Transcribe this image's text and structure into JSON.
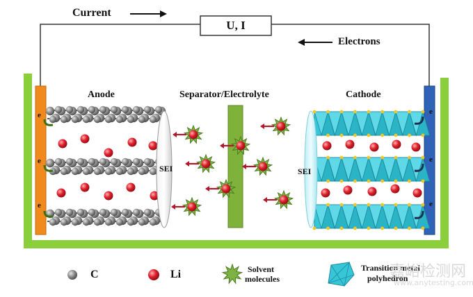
{
  "circuit": {
    "current_label": "Current",
    "meter_label": "U, I",
    "electrons_label": "Electrons"
  },
  "regions": {
    "anode": "Anode",
    "separator": "Separator/Electrolyte",
    "cathode": "Cathode",
    "sei_left": "SEI",
    "sei_right": "SEI",
    "electron_symbol": "e"
  },
  "legend": {
    "carbon": "C",
    "lithium": "Li",
    "solvent_line1": "Solvent",
    "solvent_line2": "molecules",
    "tm_line1": "Transition metal",
    "tm_line2": "polyhedron"
  },
  "colors": {
    "container": "#8ccf3c",
    "anode_collector": "#f08a1c",
    "cathode_collector": "#2f63b8",
    "separator": "#7fb23a",
    "carbon": "#8a8a8a",
    "lithium": "#e0202c",
    "solvent": "#7cb342",
    "polyhedron": "#37c6d8",
    "wire": "#222222"
  },
  "watermark": {
    "line1": "嘉峪检测网",
    "line2": "www.anytesting.com"
  }
}
